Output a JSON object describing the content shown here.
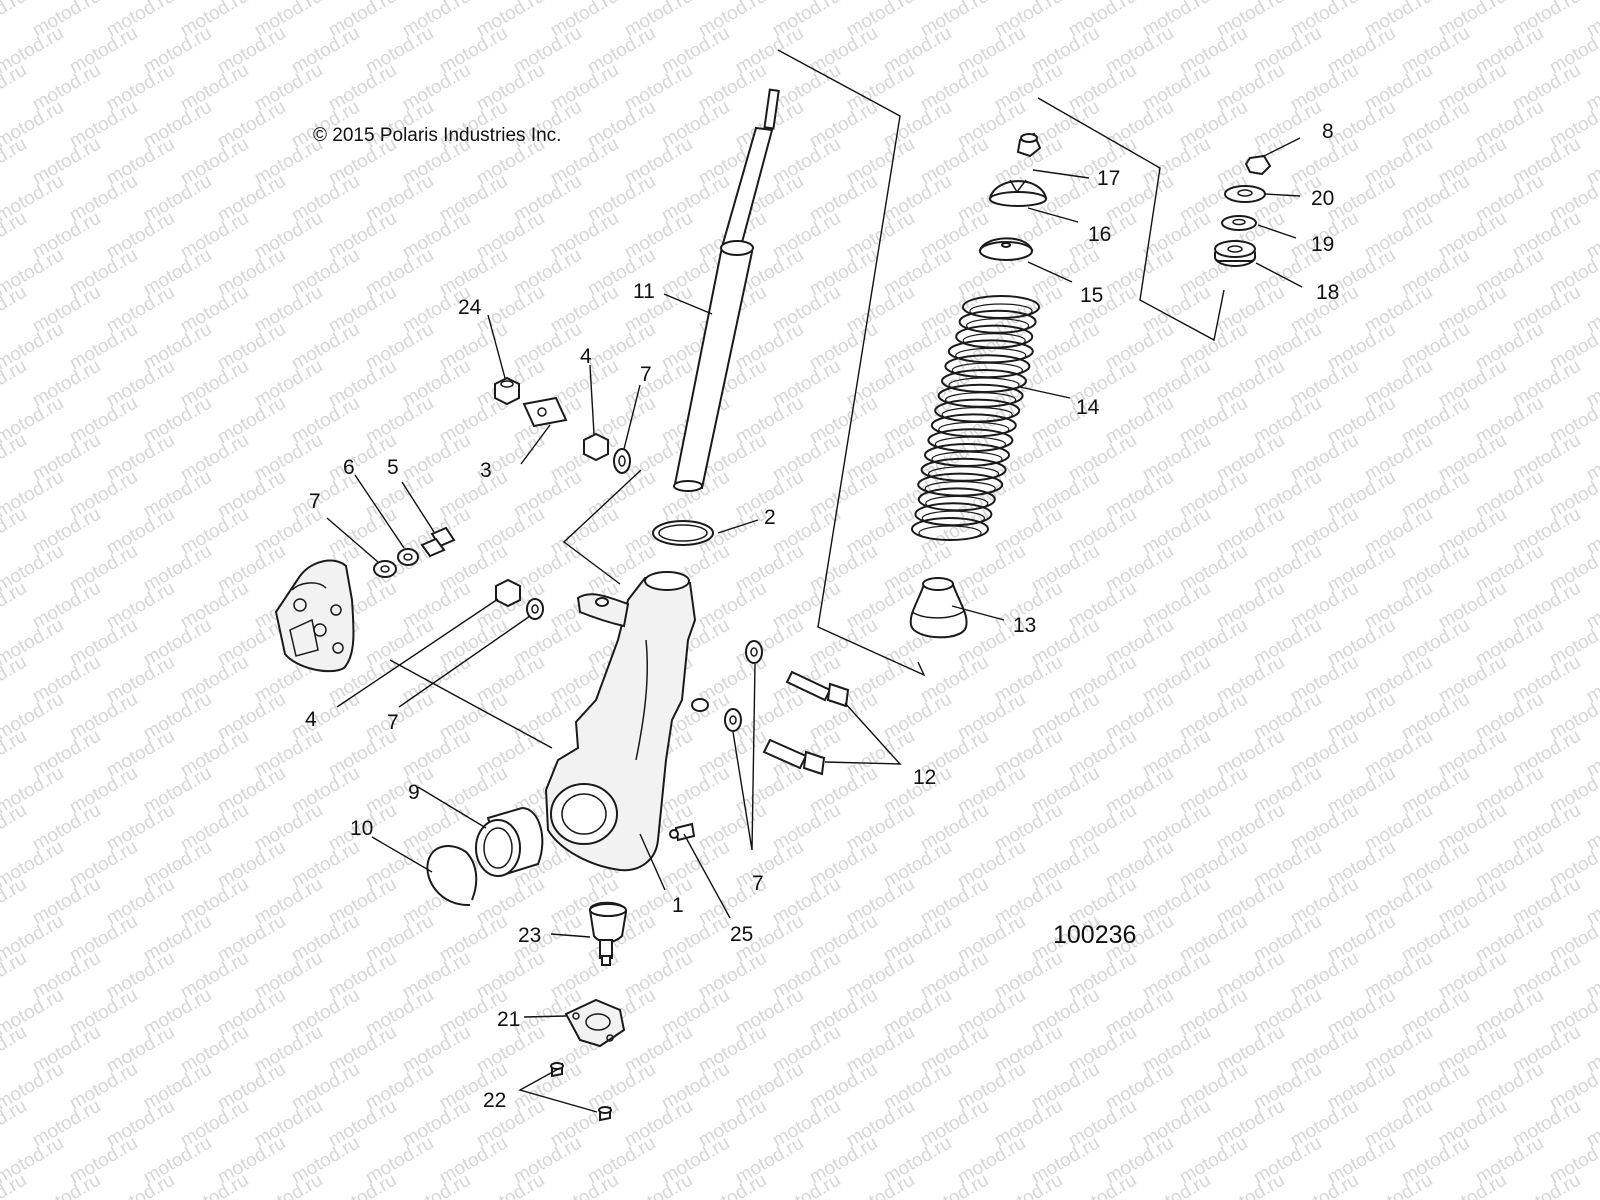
{
  "copyright": "© 2015 Polaris Industries Inc.",
  "diagram_number": "100236",
  "watermark": "motod.ru",
  "callouts": {
    "c1": "1",
    "c2": "2",
    "c3": "3",
    "c4a": "4",
    "c4b": "4",
    "c5": "5",
    "c6": "6",
    "c7a": "7",
    "c7b": "7",
    "c7c": "7",
    "c7d": "7",
    "c8": "8",
    "c9": "9",
    "c10": "10",
    "c11": "11",
    "c12": "12",
    "c13": "13",
    "c14": "14",
    "c15": "15",
    "c16": "16",
    "c17": "17",
    "c18": "18",
    "c19": "19",
    "c20": "20",
    "c21": "21",
    "c22": "22",
    "c23": "23",
    "c24": "24",
    "c25": "25"
  }
}
